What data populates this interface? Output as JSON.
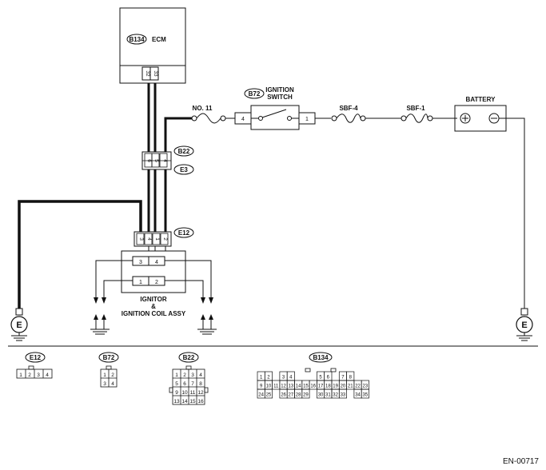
{
  "ecm": {
    "ref": "B134",
    "name": "ECM",
    "pins": [
      "32",
      "33"
    ]
  },
  "ignition_switch": {
    "ref": "B72",
    "name_line1": "IGNITION",
    "name_line2": "SWITCH",
    "pin_left": "4",
    "pin_right": "1"
  },
  "fuse_no11": {
    "label": "NO. 11"
  },
  "fuse_sbf4": {
    "label": "SBF-4"
  },
  "fuse_sbf1": {
    "label": "SBF-1"
  },
  "battery": {
    "label": "BATTERY"
  },
  "b22_connector": {
    "ref_top": "B22",
    "ref_bottom": "E3",
    "pins": [
      "6",
      "5",
      "4"
    ]
  },
  "e12_connector": {
    "ref": "E12",
    "pins": [
      "3",
      "4",
      "1",
      "2"
    ]
  },
  "ignitor": {
    "line1": "IGNITOR",
    "line2": "&",
    "line3": "IGNITION COIL ASSY",
    "top_pins": [
      "3",
      "4"
    ],
    "bottom_pins": [
      "1",
      "2"
    ]
  },
  "ground": {
    "label": "E"
  },
  "legend": {
    "e12": {
      "ref": "E12",
      "pins": [
        "1",
        "2",
        "3",
        "4"
      ]
    },
    "b72": {
      "ref": "B72",
      "rows": [
        [
          "1",
          "2"
        ],
        [
          "3",
          "4"
        ]
      ]
    },
    "b22": {
      "ref": "B22",
      "rows": [
        [
          "1",
          "2",
          "3",
          "4"
        ],
        [
          "5",
          "6",
          "7",
          "8"
        ],
        [
          "9",
          "10",
          "11",
          "12"
        ],
        [
          "13",
          "14",
          "15",
          "16"
        ]
      ]
    },
    "b134": {
      "ref": "B134",
      "row1": [
        "1",
        "2",
        "",
        "3",
        "4",
        "",
        "",
        "",
        "5",
        "6",
        "",
        "7",
        "8"
      ],
      "row2": [
        "9",
        "10",
        "11",
        "12",
        "13",
        "14",
        "15",
        "16",
        "17",
        "18",
        "19",
        "20",
        "21",
        "22",
        "23"
      ],
      "row3": [
        "24",
        "25",
        "",
        "26",
        "27",
        "28",
        "29",
        "",
        "30",
        "31",
        "32",
        "33",
        "",
        "34",
        "35"
      ]
    }
  },
  "figure_code": "EN-00717"
}
